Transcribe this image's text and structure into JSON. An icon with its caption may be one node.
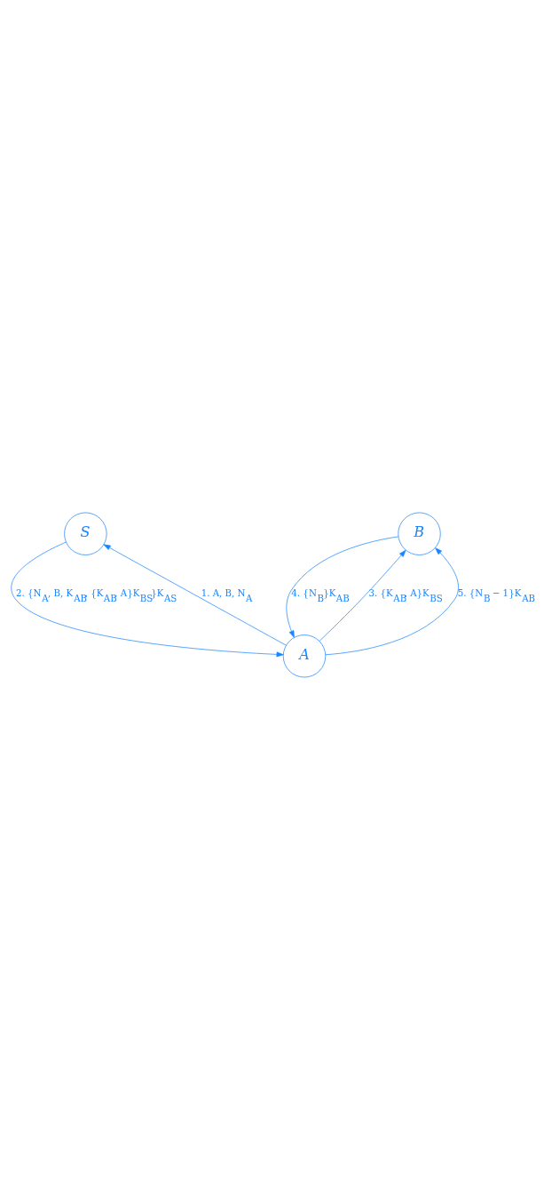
{
  "diagram": {
    "nodes": [
      {
        "text": [
          "S"
        ]
      },
      {
        "text": [
          "B"
        ]
      },
      {
        "text": [
          "A"
        ]
      }
    ],
    "edges": [
      {
        "from": 2,
        "to": 0,
        "arrow": "to",
        "label": "1. A, B, N$_{A}$"
      },
      {
        "from": 0,
        "to": 2,
        "arrow": "to",
        "label": "2. {N$_{A}$, B, K$_{AB}$, {K$_{AB}$, A}K$_{BS}$}K$_{AS}$"
      },
      {
        "from": 2,
        "to": 1,
        "arrow": "to",
        "label": "3. {K$_{AB}$, A}K$_{BS}$"
      },
      {
        "from": 1,
        "to": 2,
        "arrow": "to",
        "label": "4. {N$_{B}$}K$_{AB}$"
      },
      {
        "from": 2,
        "to": 1,
        "arrow": "to",
        "label": "5. {N$_{B}$ − 1}K$_{AB}$"
      }
    ]
  }
}
